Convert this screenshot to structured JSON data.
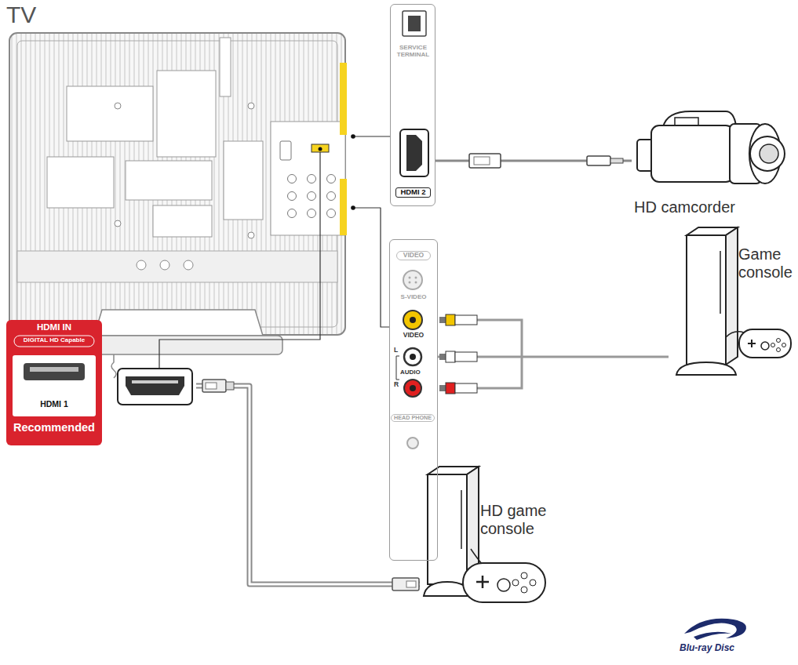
{
  "diagram": {
    "nodes": [
      {
        "text": [
          "TV"
        ]
      },
      {
        "text": [
          "SERVICE TERMINAL",
          "HDMI 2"
        ]
      },
      {
        "text": [
          "HD camcorder"
        ]
      },
      {
        "text": [
          "VIDEO",
          "S-VIDEO",
          "VIDEO",
          "L",
          "AUDIO",
          "R",
          "HEAD PHONE"
        ]
      },
      {
        "text": [
          "Game console"
        ]
      },
      {
        "text": [
          "HDMI IN",
          "DIGITAL HD Capable",
          "HDMI 1",
          "Recommended"
        ]
      },
      {
        "text": [
          "HD game console"
        ]
      }
    ],
    "edges": [
      {
        "from": 0,
        "to": 1,
        "arrow": "none"
      },
      {
        "from": 0,
        "to": 3,
        "arrow": "none"
      },
      {
        "from": 1,
        "to": 2,
        "arrow": "none"
      },
      {
        "from": 3,
        "to": 4,
        "arrow": "none"
      },
      {
        "from": 5,
        "to": 6,
        "arrow": "none"
      }
    ],
    "labels": [
      "Blu-ray Disc"
    ]
  }
}
